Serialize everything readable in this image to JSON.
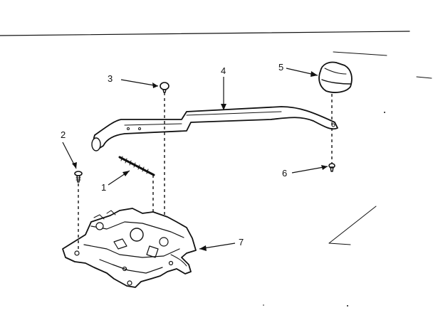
{
  "callouts": [
    {
      "key": "c1",
      "label": "1",
      "part": "spring"
    },
    {
      "key": "c2",
      "label": "2",
      "part": "screw"
    },
    {
      "key": "c3",
      "label": "3",
      "part": "rivet"
    },
    {
      "key": "c4",
      "label": "4",
      "part": "lever-rod"
    },
    {
      "key": "c5",
      "label": "5",
      "part": "knob"
    },
    {
      "key": "c6",
      "label": "6",
      "part": "screw"
    },
    {
      "key": "c7",
      "label": "7",
      "part": "mechanism-plate"
    }
  ],
  "colors": {
    "ink": "#111111",
    "background": "#ffffff"
  }
}
